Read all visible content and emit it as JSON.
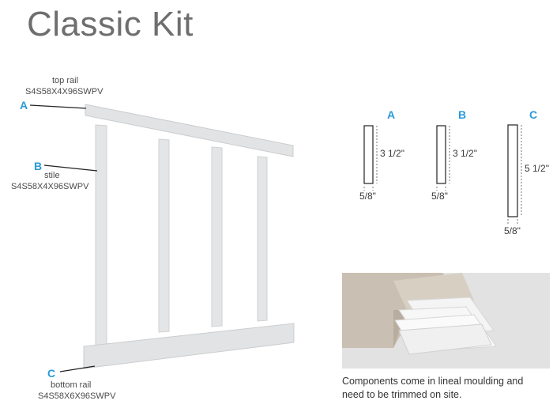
{
  "title": "Classic Kit",
  "parts": {
    "top_rail": {
      "letter": "A",
      "name": "top rail",
      "sku": "S4S58X4X96SWPV"
    },
    "stile": {
      "letter": "B",
      "name": "stile",
      "sku": "S4S58X4X96SWPV"
    },
    "bottom_rail": {
      "letter": "C",
      "name": "bottom rail",
      "sku": "S4S58X6X96SWPV"
    }
  },
  "profiles": [
    {
      "letter": "A",
      "height": "3 1/2\"",
      "width": "5/8\""
    },
    {
      "letter": "B",
      "height": "3 1/2\"",
      "width": "5/8\""
    },
    {
      "letter": "C",
      "height": "5 1/2\"",
      "width": "5/8\""
    }
  ],
  "caption": {
    "line1": "Components come in lineal moulding and",
    "line2": "need to be trimmed on site."
  },
  "colors": {
    "accent": "#2a9ad8",
    "title": "#6e6e6e",
    "panel": "#e3e4e5"
  }
}
